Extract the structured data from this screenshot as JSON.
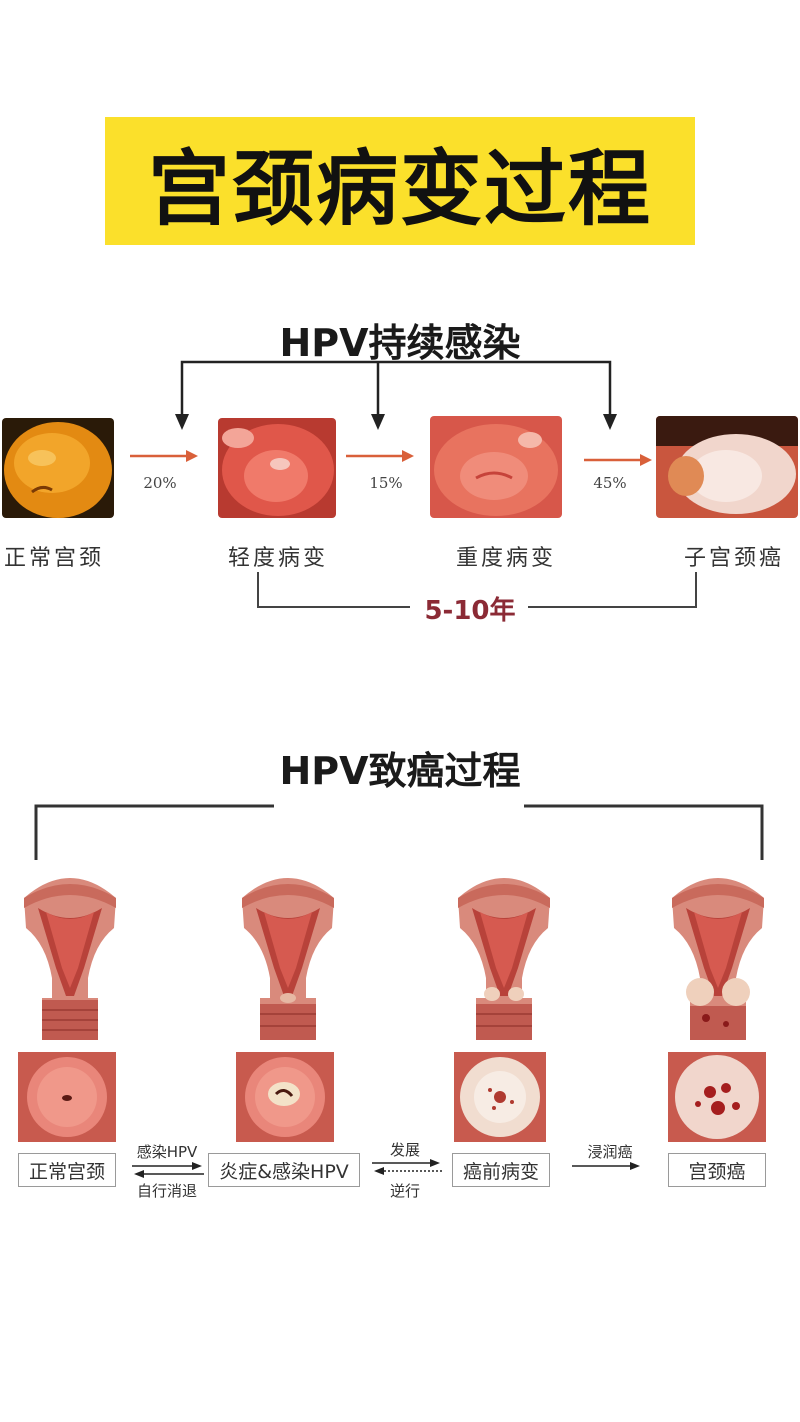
{
  "title": "宫颈病变过程",
  "top_section": {
    "heading": "HPV持续感染",
    "stages": [
      "正常宫颈",
      "轻度病变",
      "重度病变",
      "子宫颈癌"
    ],
    "percentages": [
      "20%",
      "15%",
      "45%"
    ],
    "duration": "5-10年"
  },
  "bottom_section": {
    "heading": "HPV致癌过程",
    "stages": [
      "正常宫颈",
      "炎症&感染HPV",
      "癌前病变",
      "宫颈癌"
    ],
    "transitions": [
      {
        "forward": "感染HPV",
        "backward": "自行消退"
      },
      {
        "forward": "发展",
        "backward": "逆行"
      },
      {
        "forward": "浸润癌"
      }
    ]
  },
  "colors": {
    "title_bg": "#fbe02b",
    "arrow": "#d9603a",
    "duration_text": "#8b2a35"
  }
}
